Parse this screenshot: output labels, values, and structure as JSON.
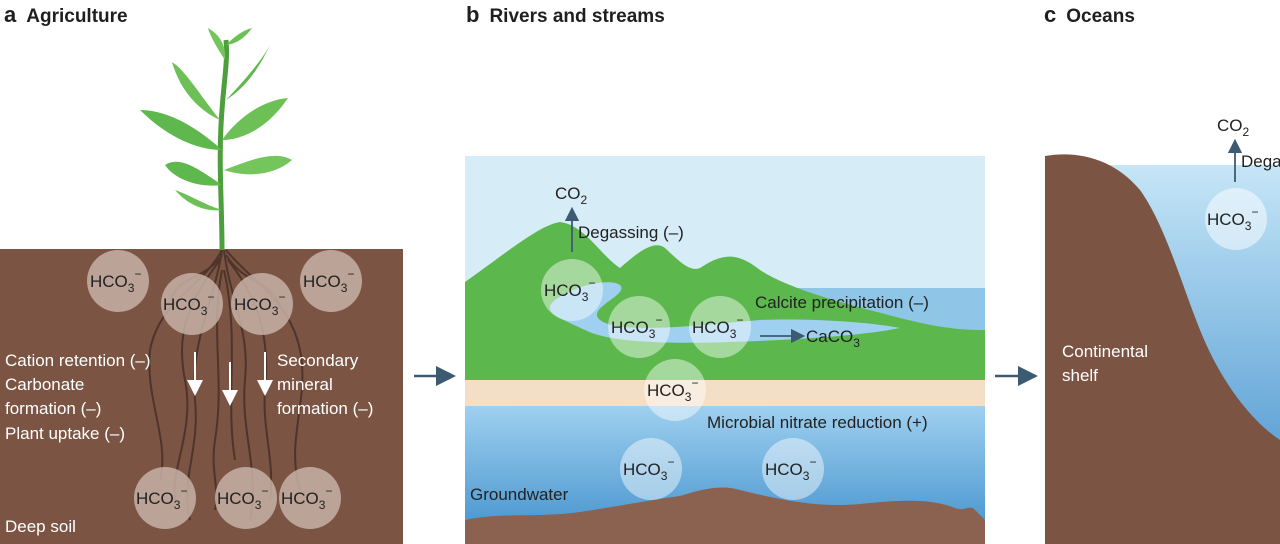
{
  "panels": {
    "a": {
      "letter": "a",
      "title": "Agriculture"
    },
    "b": {
      "letter": "b",
      "title": "Rivers and streams"
    },
    "c": {
      "letter": "c",
      "title": "Oceans"
    }
  },
  "bicarbonate": {
    "base": "HCO",
    "sub": "3",
    "sup": "−"
  },
  "co2": {
    "base": "CO",
    "sub": "2"
  },
  "caco3": {
    "base": "CaCO",
    "sub": "3"
  },
  "agriculture": {
    "processes_left": [
      "Cation retention (–)",
      "Carbonate",
      "formation (–)",
      "Plant uptake (–)"
    ],
    "processes_right": [
      "Secondary",
      "mineral",
      "formation (–)"
    ],
    "deep_soil": "Deep soil"
  },
  "rivers": {
    "degassing": "Degassing (–)",
    "calcite": "Calcite precipitation (–)",
    "nitrate": "Microbial nitrate reduction (+)",
    "groundwater": "Groundwater"
  },
  "oceans": {
    "degassing": "Dega",
    "shelf_line1": "Continental",
    "shelf_line2": "shelf"
  },
  "colors": {
    "soil": "#7b5443",
    "sky": "#d6ecf7",
    "hill": "#5cb84d",
    "water": "#6fb3dd",
    "sand": "#f3dfc6",
    "arrow": "#3d5a73"
  }
}
